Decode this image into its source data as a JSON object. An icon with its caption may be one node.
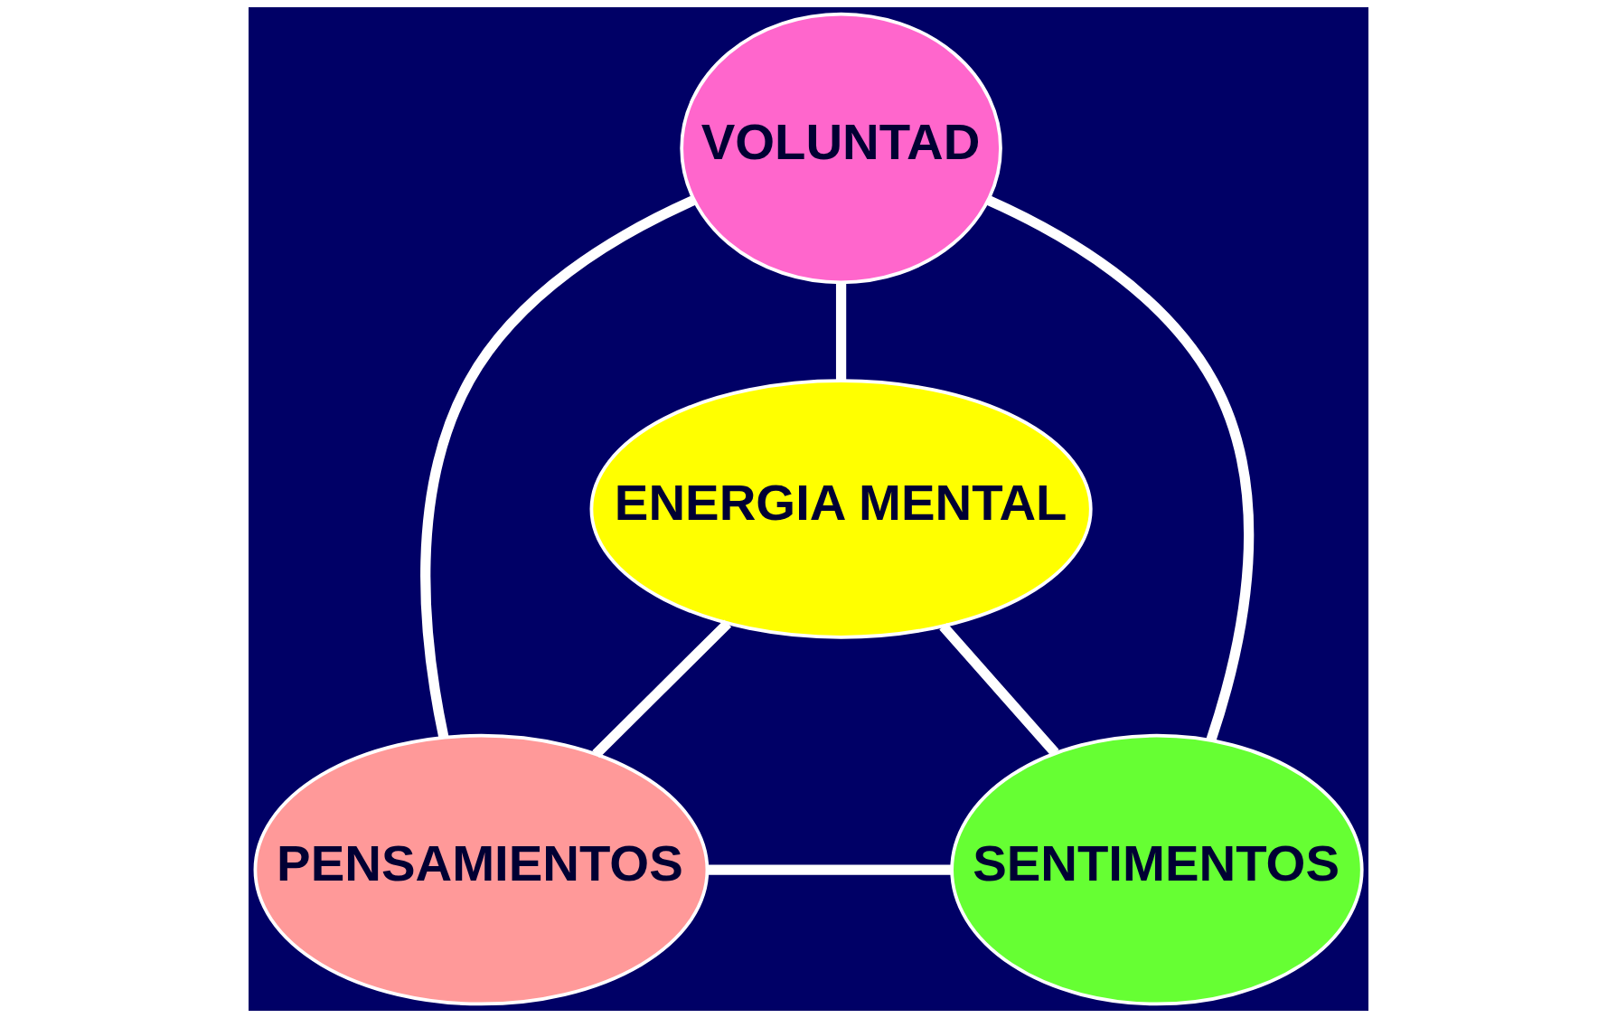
{
  "diagram": {
    "nodes": [
      {
        "text": [
          "VOLUNTAD"
        ]
      },
      {
        "text": [
          "ENERGIA MENTAL"
        ]
      },
      {
        "text": [
          "PENSAMIENTOS"
        ]
      },
      {
        "text": [
          "SENTIMENTOS"
        ]
      }
    ],
    "edges": [
      {
        "from": 0,
        "to": 2,
        "arrow": "none"
      },
      {
        "from": 0,
        "to": 3,
        "arrow": "none"
      },
      {
        "from": 0,
        "to": 1,
        "arrow": "none"
      },
      {
        "from": 1,
        "to": 2,
        "arrow": "none"
      },
      {
        "from": 1,
        "to": 3,
        "arrow": "none"
      },
      {
        "from": 2,
        "to": 3,
        "arrow": "none"
      }
    ]
  }
}
